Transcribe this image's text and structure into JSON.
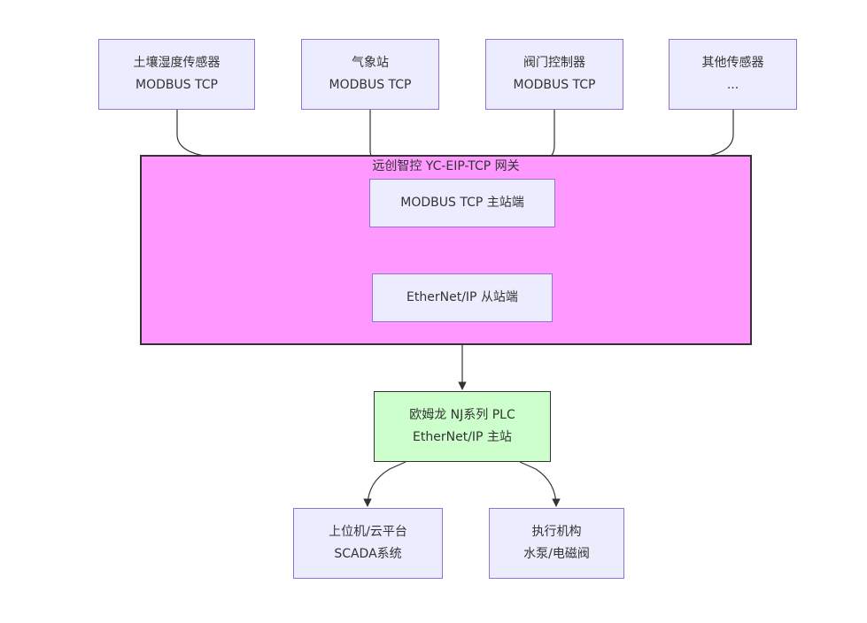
{
  "cluster": {
    "title": "远创智控 YC-EIP-TCP 网关",
    "fill": "#ff99ff"
  },
  "nodes": {
    "soil": {
      "line1": "土壤湿度传感器",
      "line2": "MODBUS TCP"
    },
    "weather": {
      "line1": "气象站",
      "line2": "MODBUS TCP"
    },
    "valve": {
      "line1": "阀门控制器",
      "line2": "MODBUS TCP"
    },
    "other": {
      "line1": "其他传感器",
      "line2": "..."
    },
    "modbus_master": {
      "line1": "MODBUS TCP 主站端"
    },
    "eip_slave": {
      "line1": "EtherNet/IP 从站端"
    },
    "plc": {
      "line1": "欧姆龙 NJ系列 PLC",
      "line2": "EtherNet/IP 主站",
      "fill": "#ccffcc"
    },
    "scada": {
      "line1": "上位机/云平台",
      "line2": "SCADA系统"
    },
    "actuator": {
      "line1": "执行机构",
      "line2": "水泵/电磁阀"
    }
  },
  "colors": {
    "node_fill": "#ececff",
    "node_border": "#9370db",
    "edge": "#333333"
  }
}
